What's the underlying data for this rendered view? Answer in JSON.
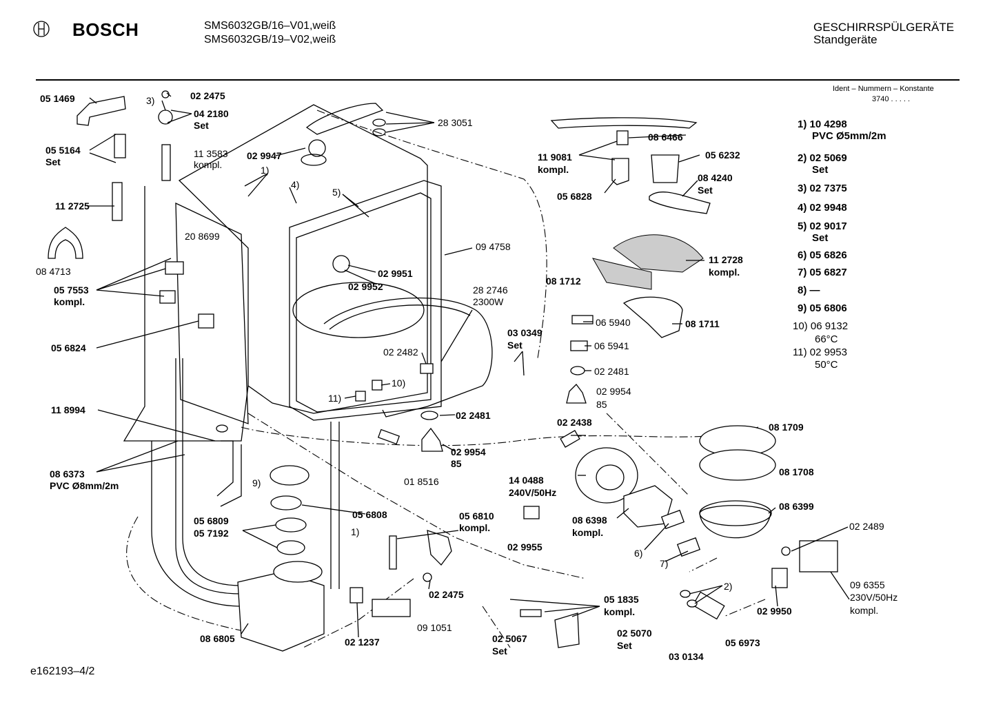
{
  "header": {
    "brand": "BOSCH",
    "models": [
      "SMS6032GB/16–V01,weiß",
      "SMS6032GB/19–V02,weiß"
    ],
    "category": "GESCHIRRSPÜLGERÄTE",
    "subcategory": "Standgeräte"
  },
  "ident": {
    "title": "Ident – Nummern – Konstante",
    "value": "3740 . . . . ."
  },
  "legend": [
    {
      "label": "1) 10 4298",
      "note": "PVC Ø5mm/2m"
    },
    {
      "label": "2) 02 5069",
      "note": "Set"
    },
    {
      "label": "3) 02 7375",
      "note": ""
    },
    {
      "label": "4) 02 9948",
      "note": ""
    },
    {
      "label": "5) 02 9017",
      "note": "Set"
    },
    {
      "label": "6) 05 6826",
      "note": ""
    },
    {
      "label": "7) 05 6827",
      "note": ""
    },
    {
      "label": "8)  —",
      "note": ""
    },
    {
      "label": "9) 05 6806",
      "note": ""
    },
    {
      "label": "10) 06 9132",
      "note": "66°C"
    },
    {
      "label": "11) 02 9953",
      "note": "50°C"
    }
  ],
  "parts": {
    "p051469": "05 1469",
    "p3": "3)",
    "p022475a": "02 2475",
    "p042180": "04 2180",
    "p042180set": "Set",
    "p055164": "05 5164",
    "p055164set": "Set",
    "p113583": "11 3583",
    "p113583k": "kompl.",
    "p029947": "02 9947",
    "p283051": "28 3051",
    "p1a": "1)",
    "p4": "4)",
    "p5": "5)",
    "p112725": "11 2725",
    "p084713": "08 4713",
    "p208699": "20 8699",
    "p057553": "05 7553",
    "p057553k": "kompl.",
    "p029951": "02 9951",
    "p029952": "02 9952",
    "p094758": "09 4758",
    "p282746": "28 2746",
    "p2300w": "2300W",
    "p056824": "05 6824",
    "p022482": "02 2482",
    "p10": "10)",
    "p11": "11)",
    "p118994": "11 8994",
    "p022481a": "02 2481",
    "p029954a": "02 9954",
    "p85a": "85",
    "p086373": "08 6373",
    "p086373pvc": "PVC Ø8mm/2m",
    "p018516": "01 8516",
    "p9": "9)",
    "p056809": "05 6809",
    "p057192": "05 7192",
    "p056808": "05 6808",
    "p1b": "1)",
    "p056810": "05 6810",
    "p056810k": "kompl.",
    "p022475b": "02 2475",
    "p086805": "08 6805",
    "p021237": "02 1237",
    "p091051": "09 1051",
    "p025067": "02 5067",
    "p025067set": "Set",
    "p051835": "05 1835",
    "p051835k": "kompl.",
    "p025070": "02 5070",
    "p025070set": "Set",
    "p030134": "03 0134",
    "p056973": "05 6973",
    "p2": "2)",
    "p029950": "02 9950",
    "p096355": "09 6355",
    "p230v": "230V/50Hz",
    "p096355k": "kompl.",
    "p022489": "02 2489",
    "p086399": "08 6399",
    "p081708": "08 1708",
    "p081709": "08 1709",
    "p7": "7)",
    "p6": "6)",
    "p086398": "08 6398",
    "p086398k": "kompl.",
    "p029955": "02 9955",
    "p140488": "14 0488",
    "p240v": "240V/50Hz",
    "p022438": "02 2438",
    "p029954b": "02 9954",
    "p85b": "85",
    "p022481b": "02 2481",
    "p065941": "06 5941",
    "p065940": "06 5940",
    "p081711": "08 1711",
    "p030349": "03 0349",
    "p030349set": "Set",
    "p081712": "08 1712",
    "p112728": "11 2728",
    "p112728k": "kompl.",
    "p119081": "11 9081",
    "p119081k": "kompl.",
    "p056828": "05 6828",
    "p086466": "08 6466",
    "p056232": "05 6232",
    "p084240": "08 4240",
    "p084240set": "Set"
  },
  "footer": "e162193–4/2"
}
